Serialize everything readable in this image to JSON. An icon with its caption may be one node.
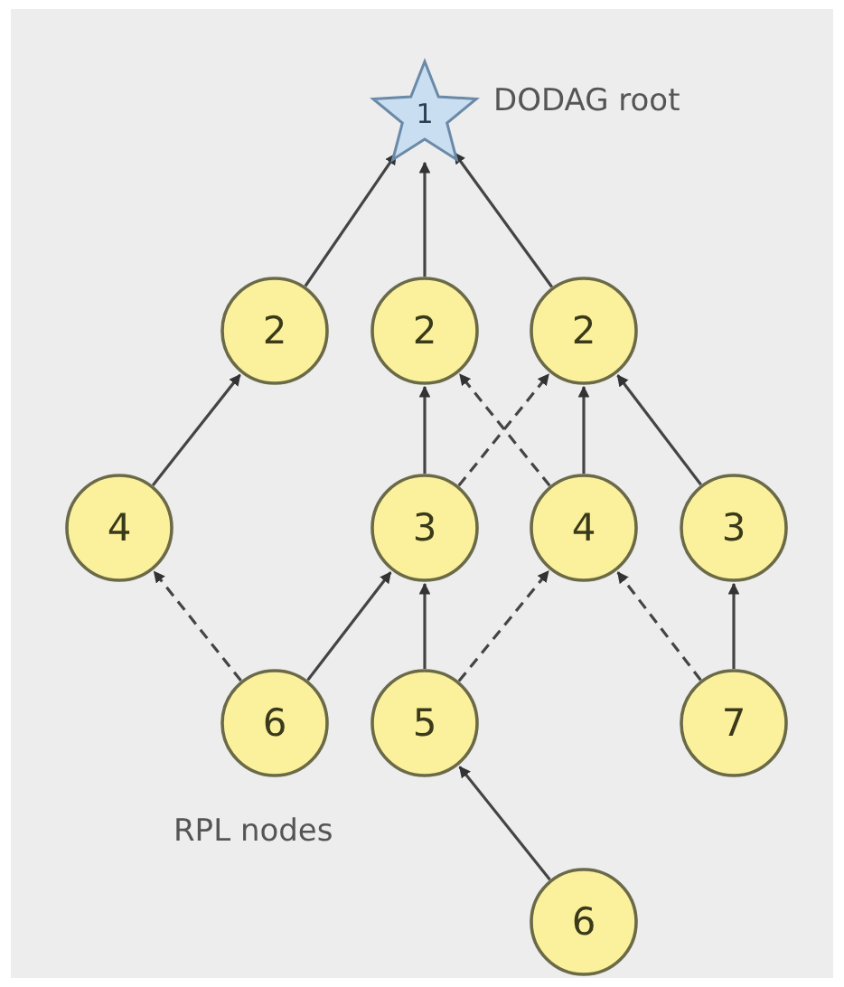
{
  "diagram": {
    "nodes": [
      {
        "text": [
          "1"
        ],
        "beside": [
          "DODAG root"
        ]
      },
      {
        "text": [
          "2"
        ]
      },
      {
        "text": [
          "2"
        ]
      },
      {
        "text": [
          "2"
        ]
      },
      {
        "text": [
          "4"
        ]
      },
      {
        "text": [
          "3"
        ]
      },
      {
        "text": [
          "4"
        ]
      },
      {
        "text": [
          "3"
        ]
      },
      {
        "text": [
          "6"
        ]
      },
      {
        "text": [
          "5"
        ]
      },
      {
        "text": [
          "7"
        ]
      },
      {
        "text": [
          "6"
        ]
      }
    ],
    "edges": [
      {
        "from": 1,
        "to": 0,
        "arrow": "to"
      },
      {
        "from": 2,
        "to": 0,
        "arrow": "to"
      },
      {
        "from": 3,
        "to": 0,
        "arrow": "to"
      },
      {
        "from": 4,
        "to": 1,
        "arrow": "to"
      },
      {
        "from": 5,
        "to": 2,
        "arrow": "to"
      },
      {
        "from": 5,
        "to": 3,
        "arrow": "to",
        "style": "dashed"
      },
      {
        "from": 6,
        "to": 2,
        "arrow": "to",
        "style": "dashed"
      },
      {
        "from": 6,
        "to": 3,
        "arrow": "to"
      },
      {
        "from": 7,
        "to": 3,
        "arrow": "to"
      },
      {
        "from": 8,
        "to": 4,
        "arrow": "to",
        "style": "dashed"
      },
      {
        "from": 8,
        "to": 5,
        "arrow": "to"
      },
      {
        "from": 9,
        "to": 5,
        "arrow": "to"
      },
      {
        "from": 9,
        "to": 6,
        "arrow": "to",
        "style": "dashed"
      },
      {
        "from": 10,
        "to": 6,
        "arrow": "to",
        "style": "dashed"
      },
      {
        "from": 10,
        "to": 7,
        "arrow": "to"
      },
      {
        "from": 11,
        "to": 9,
        "arrow": "to"
      }
    ],
    "labels": [
      "RPL nodes"
    ]
  }
}
